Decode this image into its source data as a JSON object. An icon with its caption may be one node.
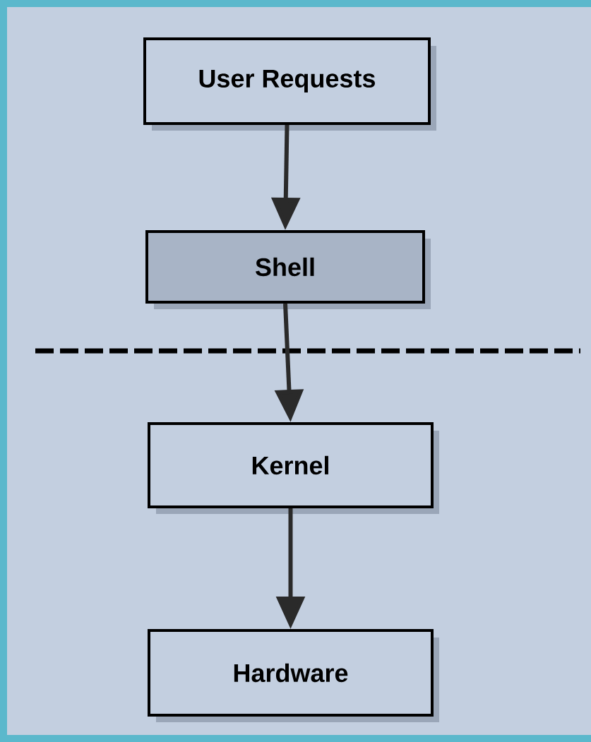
{
  "diagram": {
    "nodes": [
      {
        "text": [
          "User Requests"
        ]
      },
      {
        "text": [
          "Shell"
        ]
      },
      {
        "text": [
          "Kernel"
        ]
      },
      {
        "text": [
          "Hardware"
        ]
      }
    ],
    "edges": [
      {
        "from": 0,
        "to": 1,
        "arrow": "to"
      },
      {
        "from": 1,
        "to": 2,
        "arrow": "to"
      },
      {
        "from": 2,
        "to": 3,
        "arrow": "to"
      }
    ]
  }
}
